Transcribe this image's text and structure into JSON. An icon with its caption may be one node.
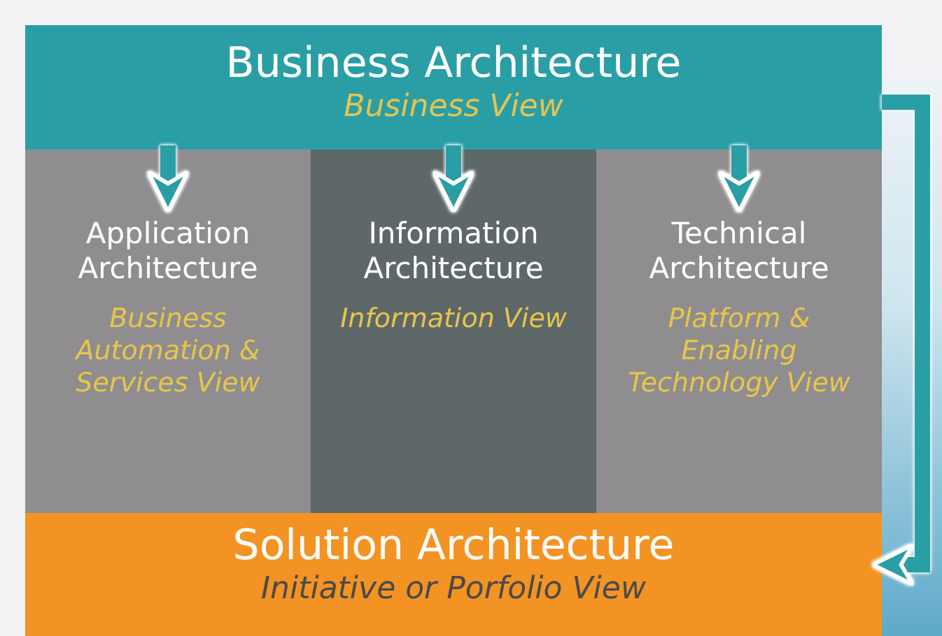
{
  "diagram": {
    "nodes": [
      {
        "text": [
          "Business Architecture",
          "Business View"
        ]
      },
      {
        "text": [
          "Application Architecture",
          "Business Automation & Services View"
        ]
      },
      {
        "text": [
          "Information Architecture",
          "Information View"
        ]
      },
      {
        "text": [
          "Technical Architecture",
          "Platform & Enabling Technology View"
        ]
      },
      {
        "text": [
          "Solution Architecture",
          "Initiative or Porfolio View"
        ]
      }
    ],
    "edges": [
      {
        "from": 0,
        "to": 1,
        "arrow": "to"
      },
      {
        "from": 0,
        "to": 2,
        "arrow": "to"
      },
      {
        "from": 0,
        "to": 3,
        "arrow": "to"
      },
      {
        "from": 0,
        "to": 4,
        "arrow": "to"
      }
    ]
  }
}
